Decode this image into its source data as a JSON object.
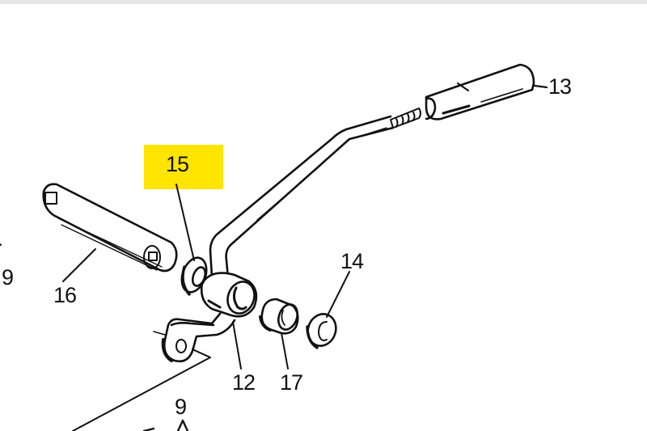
{
  "diagram": {
    "type": "exploded-parts-view",
    "highlight_color": "#ffe500",
    "highlighted_part": "15",
    "callouts": [
      {
        "id": "13",
        "label": "13",
        "part": "lever-knob"
      },
      {
        "id": "15",
        "label": "15",
        "part": "washer",
        "highlighted": true
      },
      {
        "id": "16",
        "label": "16",
        "part": "pivot-pin"
      },
      {
        "id": "14",
        "label": "14",
        "part": "retaining-ring"
      },
      {
        "id": "12",
        "label": "12",
        "part": "lever-arm"
      },
      {
        "id": "17",
        "label": "17",
        "part": "bushing"
      },
      {
        "id": "9a",
        "label": "9",
        "part": "reference-left-edge"
      },
      {
        "id": "9b",
        "label": "9",
        "part": "reference-bottom"
      }
    ]
  }
}
